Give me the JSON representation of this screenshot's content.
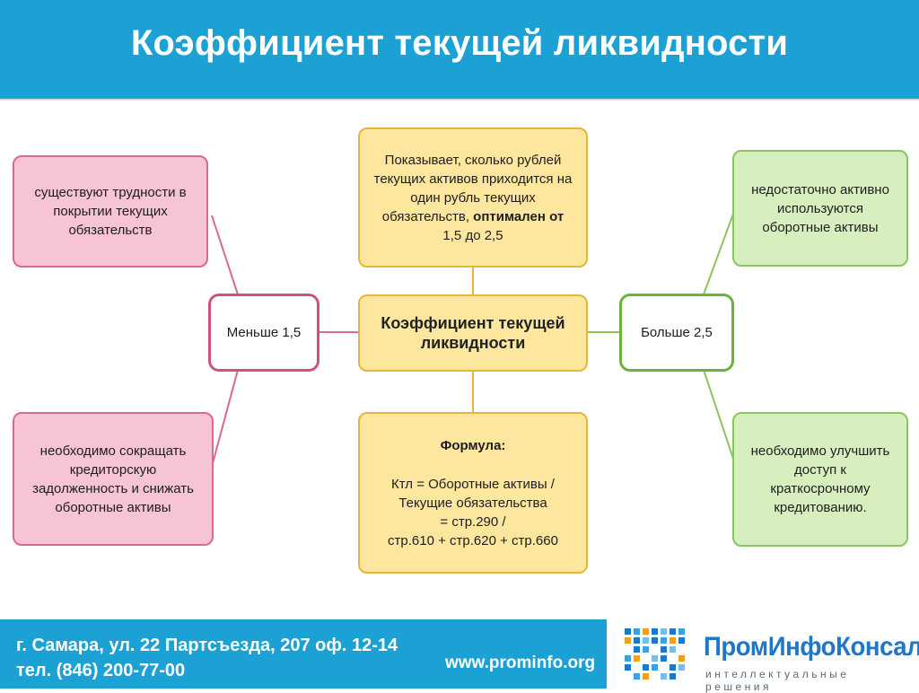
{
  "title": "Коэффициент текущей ликвидности",
  "center": {
    "label": "Коэффициент текущей\nликвидности"
  },
  "top_box": {
    "text_plain": "Показывает, сколько рублей текущих активов  приходится на один рубль текущих обязательств, ",
    "text_bold": "оптимален от",
    "text_tail": "1,5 до 2,5"
  },
  "bottom_box": {
    "heading": "Формула:",
    "lines": "Ктл = Оборотные активы /\nТекущие обязательства\n= стр.290 /\nстр.610 + стр.620 + стр.660"
  },
  "left": {
    "condition": "Меньше 1,5",
    "top_text": "существуют трудности в\nпокрытии текущих\nобязательств",
    "bottom_text": "необходимо сокращать\nкредиторскую\nзадолженность и снижать\nоборотные активы"
  },
  "right": {
    "condition": "Больше 2,5",
    "top_text": "недостаточно активно\nиспользуются\nоборотные активы",
    "bottom_text": "необходимо улучшить\nдоступ к\nкраткосрочному\nкредитованию."
  },
  "footer": {
    "address": "г. Самара, ул. 22 Партсъезда, 207 оф. 12-14",
    "phone": "тел. (846) 200-77-00",
    "website": "www.prominfo.org",
    "brand": "ПромИнфоКонсалт",
    "tagline": "интеллектуальные решения"
  },
  "colors": {
    "header_blue": "#1ba1d4",
    "pink": "#f7c4d6",
    "green": "#d7efbf",
    "yellow": "#fde79e"
  }
}
